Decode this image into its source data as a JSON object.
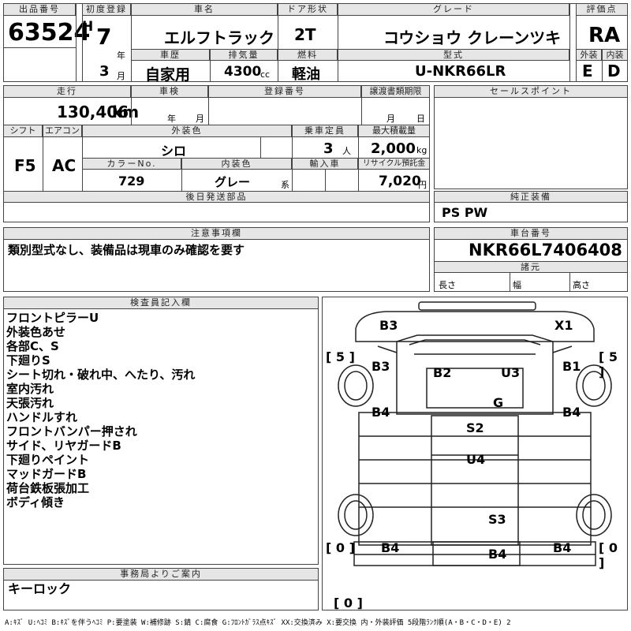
{
  "header": {
    "lot_label": "出品番号",
    "lot_no": "63524",
    "reg_label": "初度登録",
    "era": "H",
    "year": "7",
    "year_unit": "年",
    "month": "3",
    "month_unit": "月",
    "name_label": "車名",
    "name": "エルフトラック",
    "door_label": "ドア形状",
    "door": "2T",
    "grade_label": "グレード",
    "grade": "コウショウ クレーンツキ",
    "score_label": "評価点",
    "score": "RA",
    "history_label": "車歴",
    "history": "自家用",
    "disp_label": "排気量",
    "disp": "4300",
    "disp_unit": "cc",
    "fuel_label": "燃料",
    "fuel": "軽油",
    "model_label": "型式",
    "model": "U-NKR66LR",
    "ext_label": "外装",
    "ext": "E",
    "int_label": "内装",
    "int": "D"
  },
  "row2": {
    "mileage_label": "走行",
    "mileage": "130,406",
    "mileage_unit": "km",
    "inspect_label": "車検",
    "inspect_year": "年",
    "inspect_month": "月",
    "regno_label": "登録番号",
    "transfer_label": "譲渡書類期限",
    "transfer_month": "月",
    "transfer_day": "日",
    "sales_label": "セールスポイント",
    "shift_label": "シフト",
    "shift": "F5",
    "ac_label": "エアコン",
    "ac": "AC",
    "color_label": "外装色",
    "color": "シロ",
    "capacity_label": "乗車定員",
    "capacity": "3",
    "capacity_unit": "人",
    "load_label": "最大積載量",
    "load": "2,000",
    "load_unit": "kg",
    "colorno_label": "カラーNo.",
    "colorno": "729",
    "intcolor_label": "内装色",
    "intcolor": "グレー",
    "intcolor_suffix": "系",
    "import_label": "輸入車",
    "recycle_label": "リサイクル預託金",
    "recycle": "7,020",
    "recycle_unit": "円",
    "later_label": "後日発送部品",
    "equip_label": "純正装備",
    "equip": "PS PW"
  },
  "notes": {
    "label": "注意事項欄",
    "text": "類別型式なし、装備品は現車のみ確認を要す",
    "chassis_label": "車台番号",
    "chassis": "NKR66L7406408",
    "dims_label": "諸元",
    "len": "長さ",
    "wid": "幅",
    "hei": "高さ"
  },
  "inspector": {
    "label": "検査員記入欄",
    "lines": [
      "フロントピラーU",
      "外装色あせ",
      "各部C、S",
      "下廻りS",
      "シート切れ・破れ中、へたり、汚れ",
      "室内汚れ",
      "天張汚れ",
      "ハンドルすれ",
      "フロントバンパー押され",
      "サイド、リヤガードB",
      "下廻りペイント",
      "マッドガードB",
      "荷台鉄板張加工",
      "ボディ傾き"
    ]
  },
  "diagram": {
    "tires": [
      "[ 5 ]",
      "[ 5 ]",
      "[ 0 ]",
      "[ 0 ]",
      "[ 0 ]"
    ],
    "marks": [
      "B3",
      "X1",
      "B3",
      "B2",
      "U3",
      "B1",
      "G",
      "B4",
      "B4",
      "S2",
      "U4",
      "S3",
      "B4",
      "B4",
      "B4"
    ]
  },
  "office": {
    "label": "事務局よりご案内",
    "text": "キーロック"
  },
  "legend": "A:ｷｽﾞ U:ﾍｺﾐ B:ｷｽﾞを伴うﾍｺﾐ P:要塗装 W:補修跡 S:錆 C:腐食 G:ﾌﾛﾝﾄｶﾞﾗｽ点ｷｽﾞ XX:交換済み X:要交換 内・外装評価 5段階ﾗﾝｸ順(A・B・C・D・E) 2"
}
